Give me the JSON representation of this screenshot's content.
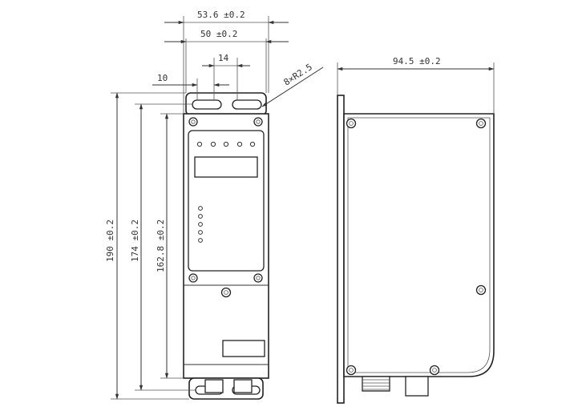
{
  "dimensions": {
    "width_outer": "53.6 ±0.2",
    "width_inner": "50 ±0.2",
    "slot_spacing": "14",
    "slot_offset": "10",
    "radius_note": "8×R2.5",
    "depth": "94.5 ±0.2",
    "height_overall": "190 ±0.2",
    "height_mount": "174 ±0.2",
    "height_body": "162.8 ±0.2"
  }
}
